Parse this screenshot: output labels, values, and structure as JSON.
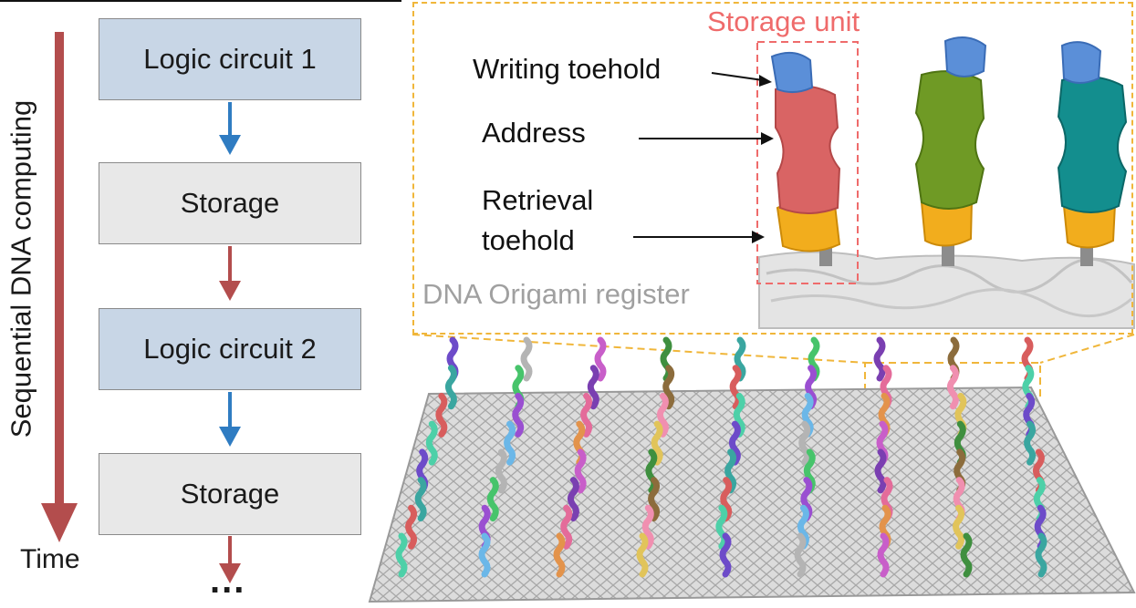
{
  "left_panel": {
    "vertical_label": "Sequential DNA computing",
    "time_label": "Time",
    "steps": [
      {
        "label": "Logic circuit 1",
        "kind": "logic"
      },
      {
        "label": "Storage",
        "kind": "storage"
      },
      {
        "label": "Logic circuit 2",
        "kind": "logic"
      },
      {
        "label": "Storage",
        "kind": "storage"
      }
    ],
    "ellipsis": "...",
    "arrow_colors": {
      "to_storage": "#2f7cc2",
      "to_logic": "#b34d4d"
    }
  },
  "detail_panel": {
    "title": "Storage unit",
    "labels": {
      "writing_toehold": "Writing toehold",
      "address": "Address",
      "retrieval_line1": "Retrieval",
      "retrieval_line2": "toehold"
    },
    "register_label": "DNA Origami register",
    "strand_colors": [
      {
        "toehold": "#5b8fd8",
        "address": "#d96464",
        "retrieval": "#f2ad1d"
      },
      {
        "toehold": "#5b8fd8",
        "address": "#6f9a25",
        "retrieval": "#f2ad1d"
      },
      {
        "toehold": "#5b8fd8",
        "address": "#138e8e",
        "retrieval": "#f2ad1d"
      }
    ]
  },
  "colors": {
    "zoom_outline": "#f0b63a",
    "storage_title": "#ef6b6b",
    "time_arrow": "#b34d4d"
  }
}
